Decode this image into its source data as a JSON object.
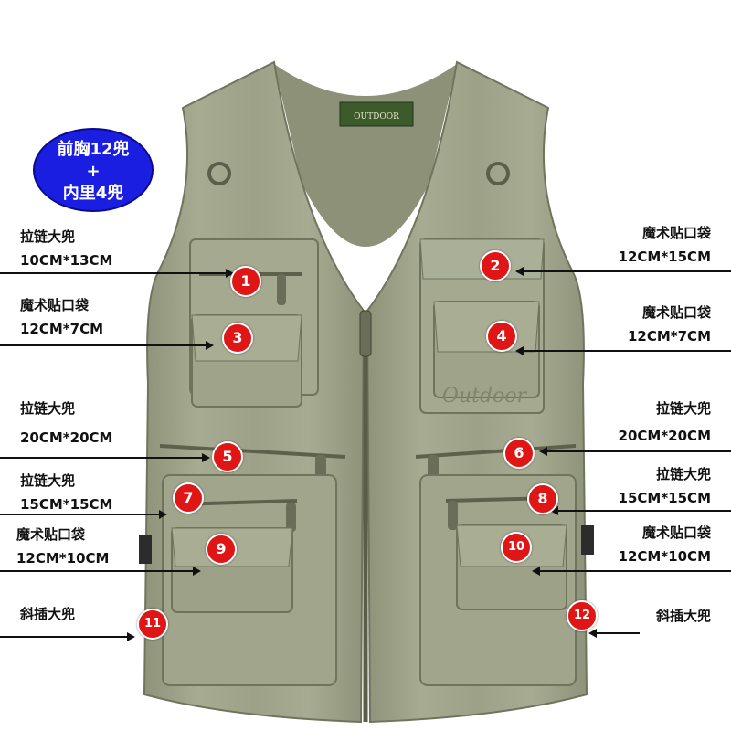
{
  "summary": {
    "line1": "前胸12兜",
    "plus": "+",
    "line2": "内里4兜"
  },
  "vest": {
    "logo_text": "OUTDOOR",
    "embroidery": "Outdoor",
    "fabric_color": "#a3a88e",
    "fabric_shadow": "#7f846b"
  },
  "badge_color": "#e01515",
  "pockets": [
    {
      "num": "1",
      "name": "拉链大兜",
      "size": "10CM*13CM"
    },
    {
      "num": "2",
      "name": "魔术贴口袋",
      "size": "12CM*15CM"
    },
    {
      "num": "3",
      "name": "魔术贴口袋",
      "size": "12CM*7CM"
    },
    {
      "num": "4",
      "name": "魔术贴口袋",
      "size": "12CM*7CM"
    },
    {
      "num": "5",
      "name": "拉链大兜",
      "size": "20CM*20CM"
    },
    {
      "num": "6",
      "name": "拉链大兜",
      "size": "20CM*20CM"
    },
    {
      "num": "7",
      "name": "拉链大兜",
      "size": "15CM*15CM"
    },
    {
      "num": "8",
      "name": "拉链大兜",
      "size": "15CM*15CM"
    },
    {
      "num": "9",
      "name": "魔术贴口袋",
      "size": "12CM*10CM"
    },
    {
      "num": "10",
      "name": "魔术贴口袋",
      "size": "12CM*10CM"
    },
    {
      "num": "11",
      "name": "斜插大兜"
    },
    {
      "num": "12",
      "name": "斜插大兜"
    }
  ]
}
